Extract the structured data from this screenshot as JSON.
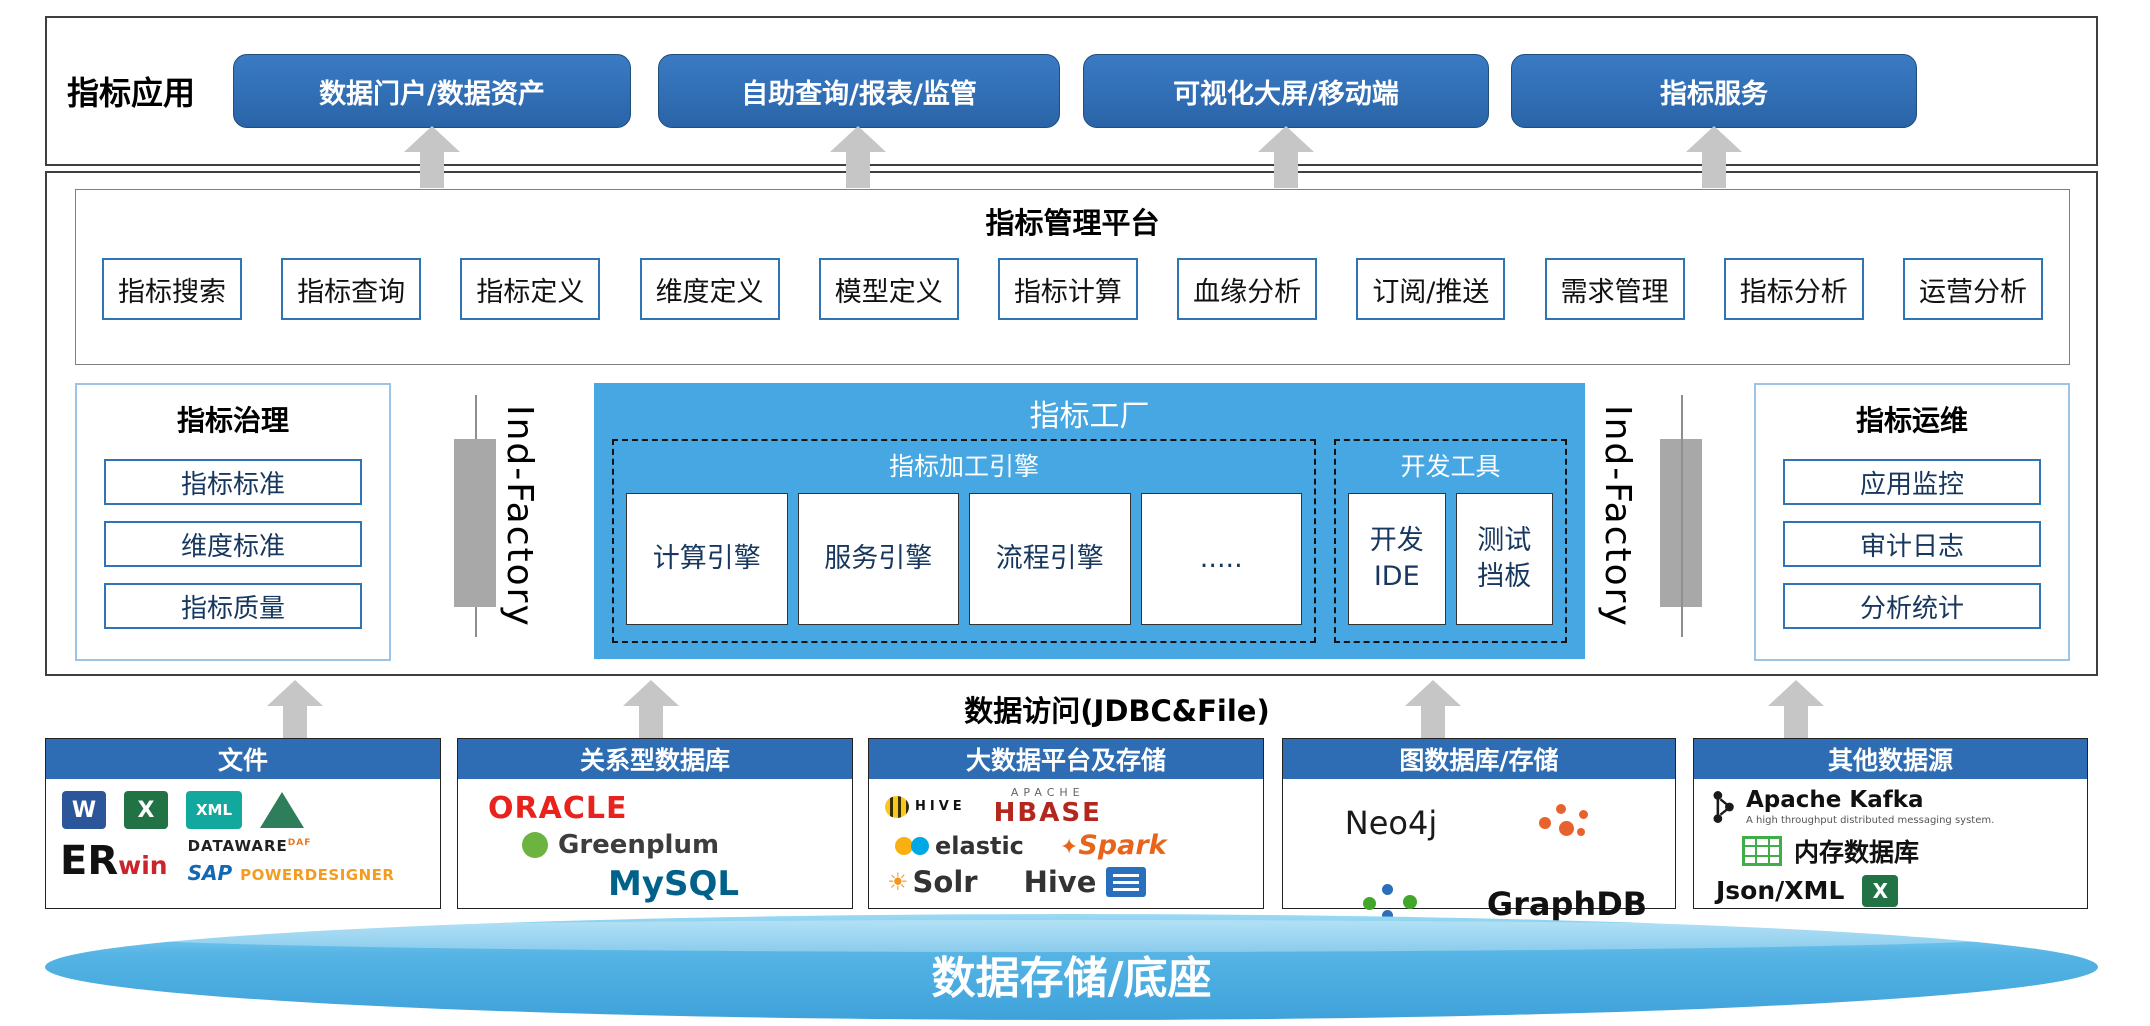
{
  "colors": {
    "button_blue": "#2e6cb3",
    "source_header_blue": "#2e6db4",
    "factory_blue": "#47a7e2",
    "item_border_blue": "#2e75b6",
    "panel_border_blue": "#9dc3e6",
    "arrow_gray": "#c6c6c6",
    "base_blue": "#4aaede"
  },
  "app_row": {
    "label": "指标应用",
    "buttons": [
      "数据门户/数据资产",
      "自助查询/报表/监管",
      "可视化大屏/移动端",
      "指标服务"
    ]
  },
  "platform": {
    "title": "指标管理平台",
    "features": [
      "指标搜索",
      "指标查询",
      "指标定义",
      "维度定义",
      "模型定义",
      "指标计算",
      "血缘分析",
      "订阅/推送",
      "需求管理",
      "指标分析",
      "运营分析"
    ]
  },
  "governance": {
    "title": "指标治理",
    "items": [
      "指标标准",
      "维度标准",
      "指标质量"
    ]
  },
  "factory": {
    "title": "指标工厂",
    "rail_label": "Ind-Factory",
    "engine_group": {
      "title": "指标加工引擎",
      "engines": [
        "计算引擎",
        "服务引擎",
        "流程引擎",
        "....."
      ]
    },
    "dev_group": {
      "title": "开发工具",
      "tools": [
        [
          "开发",
          "IDE"
        ],
        [
          "测试",
          "挡板"
        ]
      ]
    }
  },
  "ops": {
    "title": "指标运维",
    "items": [
      "应用监控",
      "审计日志",
      "分析统计"
    ]
  },
  "data_access_label": "数据访问(JDBC&File)",
  "sources": [
    {
      "title": "文件",
      "word_letter": "W",
      "excel_letter": "X",
      "xml_label": "XML",
      "erwin_er": "ER",
      "erwin_win": "win",
      "dataware": "DATAWARE",
      "dataware_sup": "DAF",
      "sap": "SAP",
      "powerdesigner": "POWERDESIGNER"
    },
    {
      "title": "关系型数据库",
      "oracle": "ORACLE",
      "greenplum": "Greenplum",
      "mysql": "MySQL"
    },
    {
      "title": "大数据平台及存储",
      "hive_badge": "HIVE",
      "apache": "APACHE",
      "hbase": "HBASE",
      "elastic": "elastic",
      "spark": "Spark",
      "solr": "Solr",
      "hive": "Hive"
    },
    {
      "title": "图数据库/存储",
      "neo4j": "Neo4j",
      "graphdb": "GraphDB"
    },
    {
      "title": "其他数据源",
      "kafka": "Apache Kafka",
      "kafka_tagline": "A high throughput distributed messaging system.",
      "memdb": "内存数据库",
      "jsonxml": "Json/XML",
      "excel_letter": "X"
    }
  ],
  "base_label": "数据存储/底座"
}
